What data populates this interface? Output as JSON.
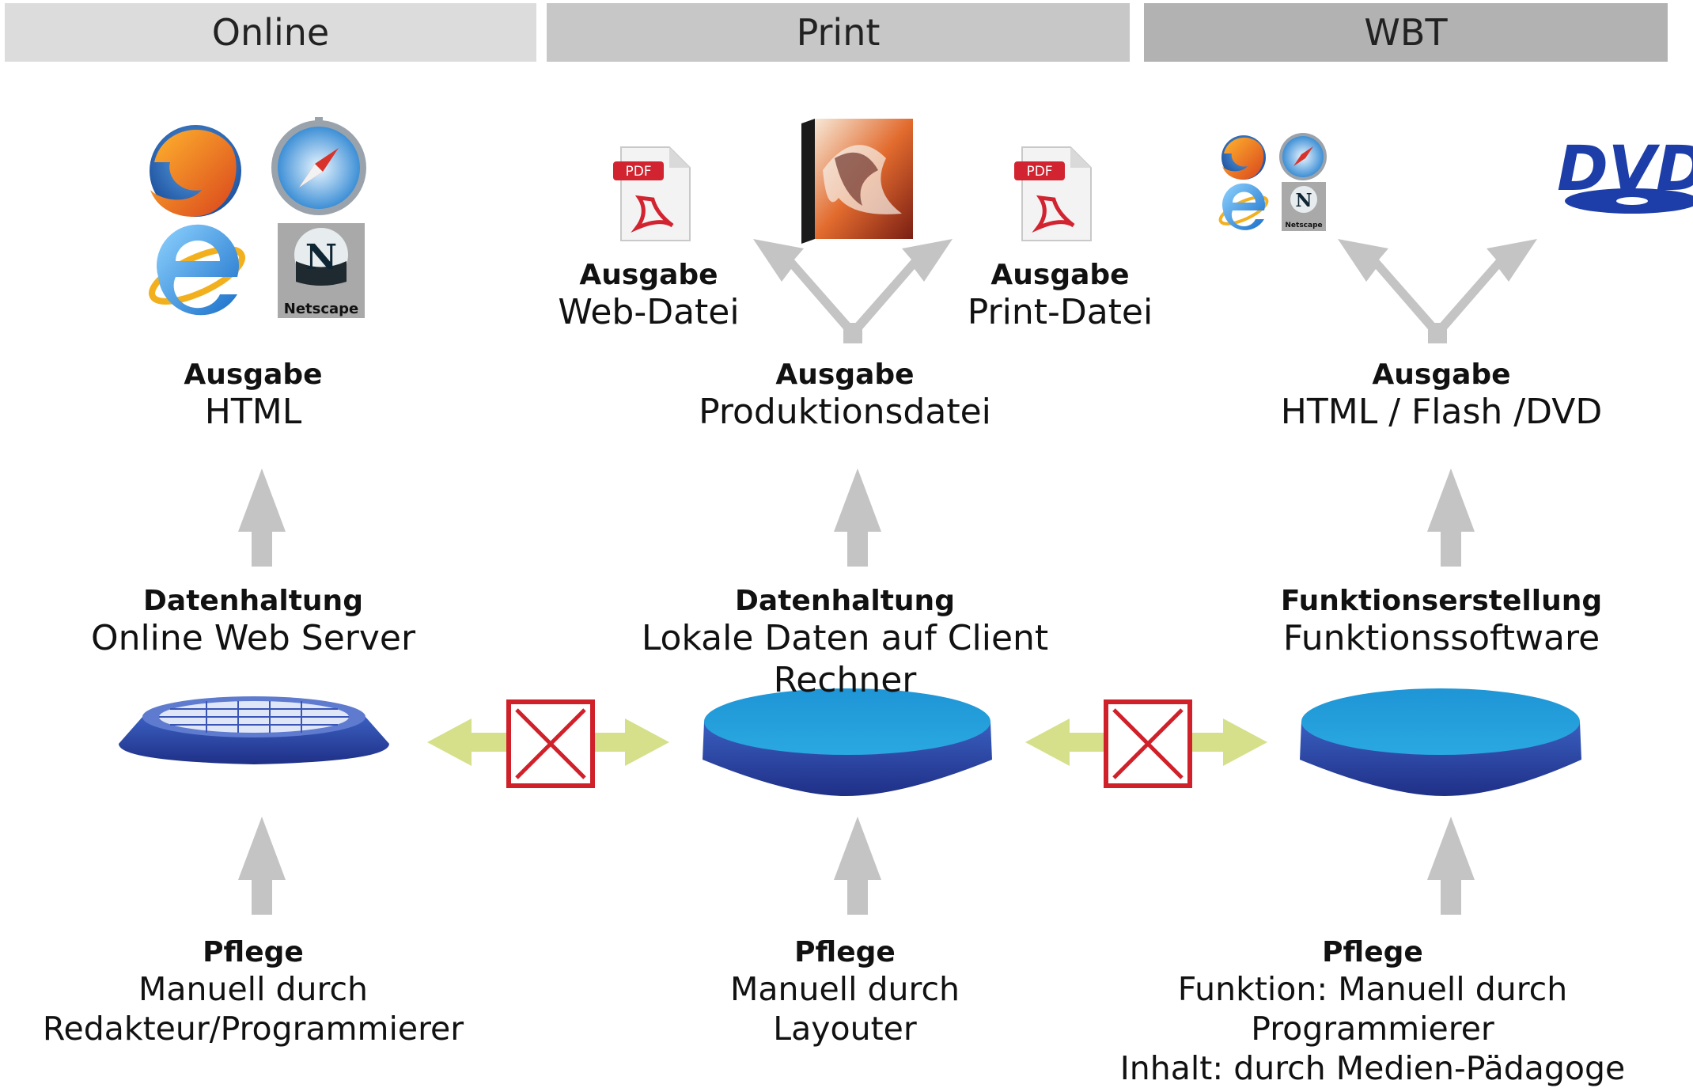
{
  "header": {
    "online": "Online",
    "print": "Print",
    "wbt": "WBT"
  },
  "online": {
    "output_title": "Ausgabe",
    "output_value": "HTML",
    "data_title": "Datenhaltung",
    "data_value": "Online Web Server",
    "care_title": "Pflege",
    "care_line1": "Manuell durch",
    "care_line2": "Redakteur/Programmierer",
    "netscape_label": "Netscape"
  },
  "print": {
    "web_title": "Ausgabe",
    "web_value": "Web-Datei",
    "print_title": "Ausgabe",
    "print_value": "Print-Datei",
    "output_title": "Ausgabe",
    "output_value": "Produktionsdatei",
    "data_title": "Datenhaltung",
    "data_value": "Lokale Daten auf Client Rechner",
    "care_title": "Pflege",
    "care_line1": "Manuell durch",
    "care_line2": "Layouter",
    "pdf_label": "PDF"
  },
  "wbt": {
    "output_title": "Ausgabe",
    "output_value": "HTML / Flash /DVD",
    "data_title": "Funktionserstellung",
    "data_value": "Funktionssoftware",
    "care_title": "Pflege",
    "care_line1": "Funktion: Manuell durch Programmierer",
    "care_line2": "Inhalt: durch Medien-Pädagoge",
    "dvd_label": "DVD",
    "netscape_label": "Netscape"
  },
  "colors": {
    "arrow_gray": "#c4c4c4",
    "double_arrow": "#d6e08a",
    "cross_red": "#d0202a",
    "disc_top": "#2fa4dc",
    "disc_side": "#2a3f9c",
    "dvd_blue": "#1d3ea8"
  },
  "icons": [
    "firefox-icon",
    "safari-icon",
    "internet-explorer-icon",
    "netscape-icon",
    "pdf-icon",
    "indesign-box-icon",
    "dvd-logo-icon",
    "database-disc-icon",
    "blocked-cross-icon"
  ]
}
